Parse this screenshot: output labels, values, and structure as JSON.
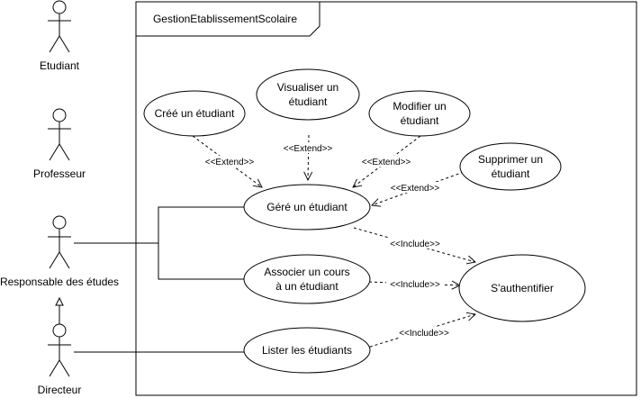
{
  "system": {
    "name": "GestionEtablissementScolaire"
  },
  "actors": {
    "etudiant": "Etudiant",
    "professeur": "Professeur",
    "responsable": "Responsable des études",
    "directeur": "Directeur"
  },
  "use_cases": {
    "cree": [
      "Créé un étudiant"
    ],
    "visualiser": [
      "Visualiser un",
      "étudiant"
    ],
    "modifier": [
      "Modifier un",
      "étudiant"
    ],
    "supprimer": [
      "Supprimer un",
      "étudiant"
    ],
    "gere": [
      "Géré un étudiant"
    ],
    "associer": [
      "Associer un cours",
      "à un étudiant"
    ],
    "lister": [
      "Lister les étudiants"
    ],
    "authentifier": [
      "S'authentifier"
    ]
  },
  "stereotypes": {
    "extend": "<<Extend>>",
    "include": "<<Include>>"
  },
  "colors": {
    "line": "#000000",
    "background": "#ffffff"
  }
}
